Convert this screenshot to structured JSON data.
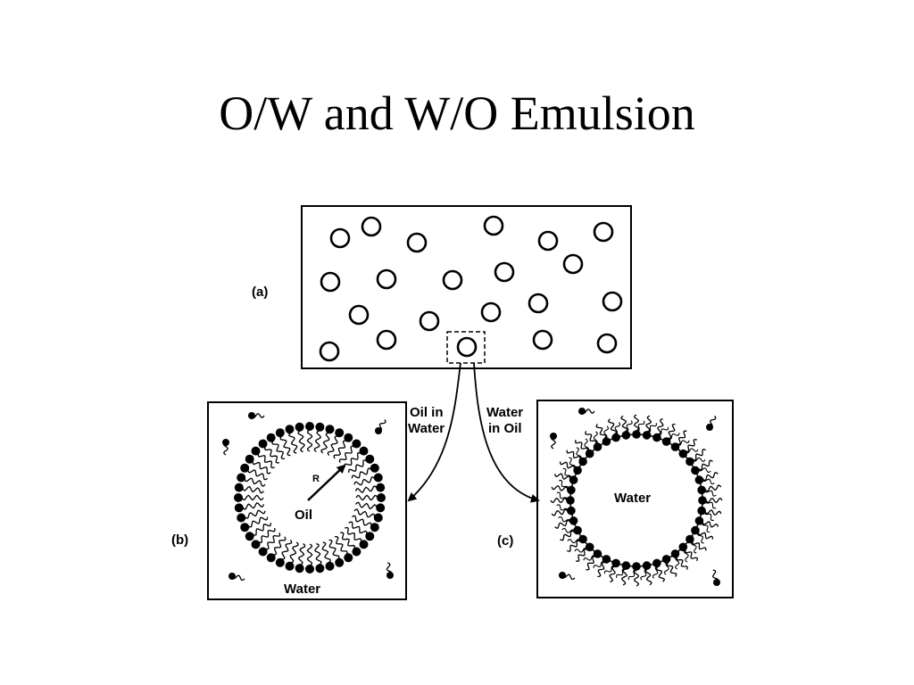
{
  "slide": {
    "title": "O/W and W/O Emulsion"
  },
  "diagram": {
    "panel_a": {
      "label": "(a)"
    },
    "panel_b": {
      "label": "(b)",
      "inner_text": "Oil",
      "outer_text": "Water",
      "radius_text": "R"
    },
    "panel_c": {
      "label": "(c)",
      "inner_text": "Water"
    },
    "arrow_left_text": [
      "Oil in",
      "Water"
    ],
    "arrow_right_text": [
      "Water",
      "in Oil"
    ],
    "colors": {
      "ink": "#000000",
      "paper": "#ffffff"
    }
  }
}
